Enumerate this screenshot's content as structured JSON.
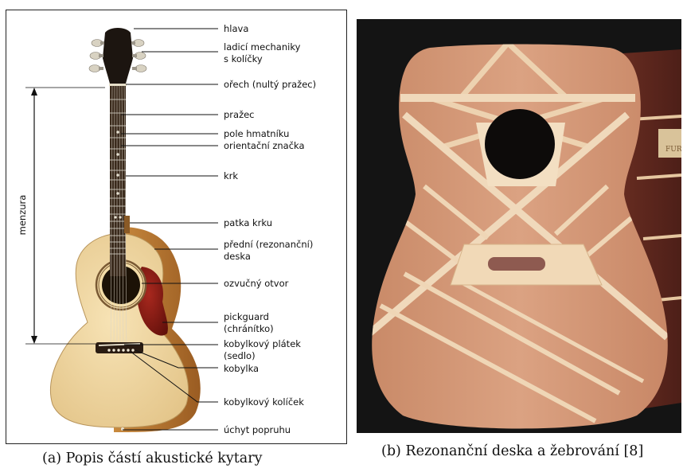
{
  "figure_a": {
    "caption": "(a) Popis částí akustické kytary",
    "side_label": "menzura",
    "labels": {
      "hlava": "hlava",
      "ladici": [
        "ladicí mechaniky",
        "s kolíčky"
      ],
      "orech": "ořech (nultý pražec)",
      "prazec": "pražec",
      "pole": "pole hmatníku",
      "znacka": "orientační značka",
      "krk": "krk",
      "patka": "patka krku",
      "deska": [
        "přední (rezonanční)",
        "deska"
      ],
      "otvor": "ozvučný otvor",
      "pickguard": [
        "pickguard",
        "(chránítko)"
      ],
      "platek": [
        "kobylkový plátek",
        "(sedlo)"
      ],
      "kobylka": "kobylka",
      "kolicek": "kobylkový kolíček",
      "uchyt": "úchyt popruhu"
    }
  },
  "figure_b": {
    "caption": "(b) Rezonanční deska a žebrování [8]",
    "label_text": "FUR"
  }
}
